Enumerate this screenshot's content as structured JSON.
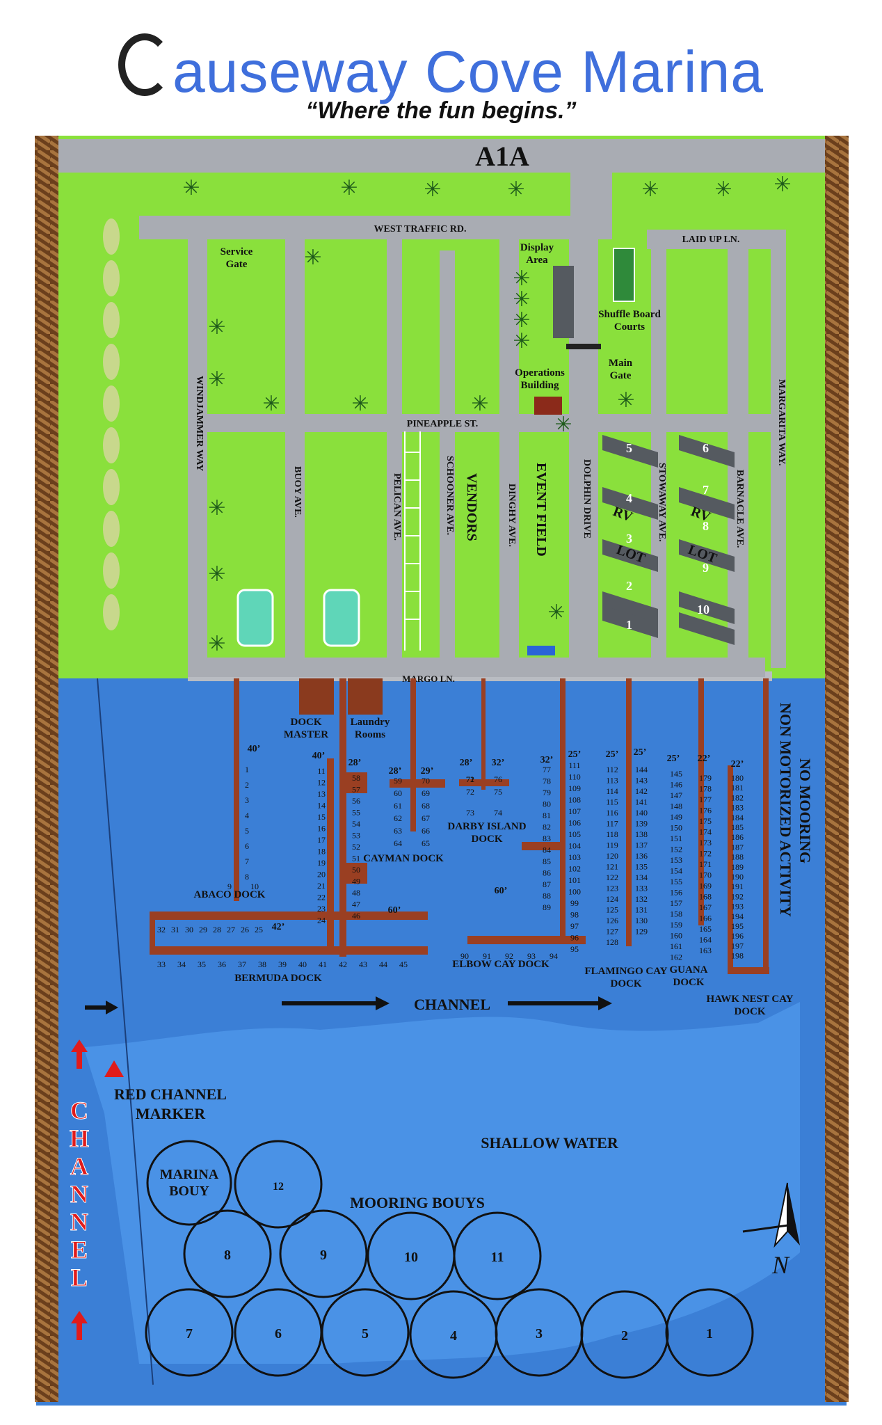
{
  "header": {
    "title": "auseway Cove Marina",
    "tagline": "“Where the fun begins.”"
  },
  "colors": {
    "land": "#8ae03c",
    "road": "#a9acb3",
    "water": "#3b7fd6",
    "dock": "#9a3f22",
    "title_blue": "#3f6fdc",
    "marker_red": "#e01b1b"
  },
  "roads": {
    "highway": "A1A",
    "west_traffic": "WEST TRAFFIC RD.",
    "laid_up": "LAID UP LN.",
    "pineapple": "PINEAPPLE ST.",
    "margo": "MARGO LN.",
    "windjammer": "WINDJAMMER WAY",
    "buoy": "BUOY AVE.",
    "pelican": "PELICAN AVE.",
    "schooner": "SCHOONER AVE.",
    "dinghy": "DINGHY AVE.",
    "dolphin": "DOLPHIN DRIVE",
    "stowaway": "STOWAWAY AVE.",
    "barnacle": "BARNACLE AVE.",
    "margarita": "MARGARITA WAY."
  },
  "places": {
    "service_gate": [
      "Service",
      "Gate"
    ],
    "display_area": [
      "Display",
      "Area"
    ],
    "shuffle_board": [
      "Shuffle Board",
      "Courts"
    ],
    "operations": [
      "Operations",
      "Building"
    ],
    "main_gate": [
      "Main",
      "Gate"
    ],
    "vendors": "VENDORS",
    "event_field": "EVENT FIELD",
    "rv_lot": [
      "RV",
      "LOT"
    ],
    "dock_master": [
      "DOCK",
      "MASTER"
    ],
    "laundry": [
      "Laundry",
      "Rooms"
    ]
  },
  "rv_slots_left": [
    "5",
    "4",
    "3",
    "2",
    "1"
  ],
  "rv_slots_right": [
    "6",
    "7",
    "8",
    "9",
    "10"
  ],
  "docks": {
    "abaco": "ABACO DOCK",
    "bermuda": "BERMUDA DOCK",
    "cayman": "CAYMAN DOCK",
    "darby": [
      "DARBY ISLAND",
      "DOCK"
    ],
    "elbow": "ELBOW CAY DOCK",
    "flamingo": [
      "FLAMINGO CAY",
      "DOCK"
    ],
    "guana": [
      "GUANA",
      "DOCK"
    ],
    "hawk": [
      "HAWK NEST CAY",
      "DOCK"
    ]
  },
  "slip_sizes": [
    "40’",
    "40’",
    "28’",
    "28’",
    "29’",
    "28’",
    "32’",
    "32’",
    "25’",
    "25’",
    "25’",
    "25’",
    "22’",
    "22’",
    "42’",
    "60’",
    "60’"
  ],
  "slips": {
    "abaco": [
      "1",
      "2",
      "3",
      "4",
      "5",
      "6",
      "7",
      "8",
      "9",
      "10"
    ],
    "bermuda_top": [
      "32",
      "31",
      "30",
      "29",
      "28",
      "27",
      "26",
      "25"
    ],
    "bermuda_bottom": [
      "33",
      "34",
      "35",
      "36",
      "37",
      "38",
      "39",
      "40",
      "41",
      "42",
      "43",
      "44",
      "45"
    ],
    "dm_left": [
      "11",
      "12",
      "13",
      "14",
      "15",
      "16",
      "17",
      "18",
      "19",
      "20",
      "21",
      "22",
      "23",
      "24"
    ],
    "dm_right": [
      "58",
      "57",
      "56",
      "55",
      "54",
      "53",
      "52",
      "51",
      "50",
      "49",
      "48",
      "47",
      "46"
    ],
    "cayman_left": [
      "59",
      "60",
      "61",
      "62",
      "63",
      "64"
    ],
    "cayman_right": [
      "70",
      "69",
      "68",
      "67",
      "66",
      "65"
    ],
    "darby": [
      "71",
      "72",
      "73",
      "76",
      "75",
      "74"
    ],
    "elbow_left": [
      "77",
      "78",
      "79",
      "80",
      "81",
      "82",
      "83",
      "84",
      "85",
      "86",
      "87",
      "88",
      "89"
    ],
    "elbow_right": [
      "111",
      "110",
      "109",
      "108",
      "107",
      "106",
      "105",
      "104",
      "103",
      "102",
      "101",
      "100",
      "99",
      "98",
      "97",
      "96",
      "95"
    ],
    "elbow_bottom": [
      "90",
      "91",
      "92",
      "93",
      "94"
    ],
    "flamingo_left": [
      "112",
      "113",
      "114",
      "115",
      "116",
      "117",
      "118",
      "119",
      "120",
      "121",
      "122",
      "123",
      "124",
      "125",
      "126",
      "127",
      "128"
    ],
    "flamingo_right": [
      "144",
      "143",
      "142",
      "141",
      "140",
      "139",
      "138",
      "137",
      "136",
      "135",
      "134",
      "133",
      "132",
      "131",
      "130",
      "129"
    ],
    "guana_left": [
      "145",
      "146",
      "147",
      "148",
      "149",
      "150",
      "151",
      "152",
      "153",
      "154",
      "155",
      "156",
      "157",
      "158",
      "159",
      "160",
      "161",
      "162"
    ],
    "guana_right": [
      "179",
      "178",
      "177",
      "176",
      "175",
      "174",
      "173",
      "172",
      "171",
      "170",
      "169",
      "168",
      "167",
      "166",
      "165",
      "164",
      "163"
    ],
    "hawk": [
      "180",
      "181",
      "182",
      "183",
      "184",
      "185",
      "186",
      "187",
      "188",
      "189",
      "190",
      "191",
      "192",
      "193",
      "194",
      "195",
      "196",
      "197",
      "198"
    ]
  },
  "water_labels": {
    "no_mooring": [
      "NO MOORING",
      "NON MOTORIZED ACTIVITY"
    ],
    "channel": "CHANNEL",
    "red_marker": [
      "RED CHANNEL",
      "MARKER"
    ],
    "shallow": "SHALLOW WATER",
    "mooring": "MOORING BOUYS",
    "marina_bouy": [
      "MARINA",
      "BOUY"
    ],
    "channel_vertical": [
      "C",
      "H",
      "A",
      "N",
      "N",
      "E",
      "L"
    ],
    "north": "N"
  },
  "mooring_buoys": [
    "12",
    "8",
    "9",
    "10",
    "11",
    "7",
    "6",
    "5",
    "4",
    "3",
    "2",
    "1"
  ]
}
